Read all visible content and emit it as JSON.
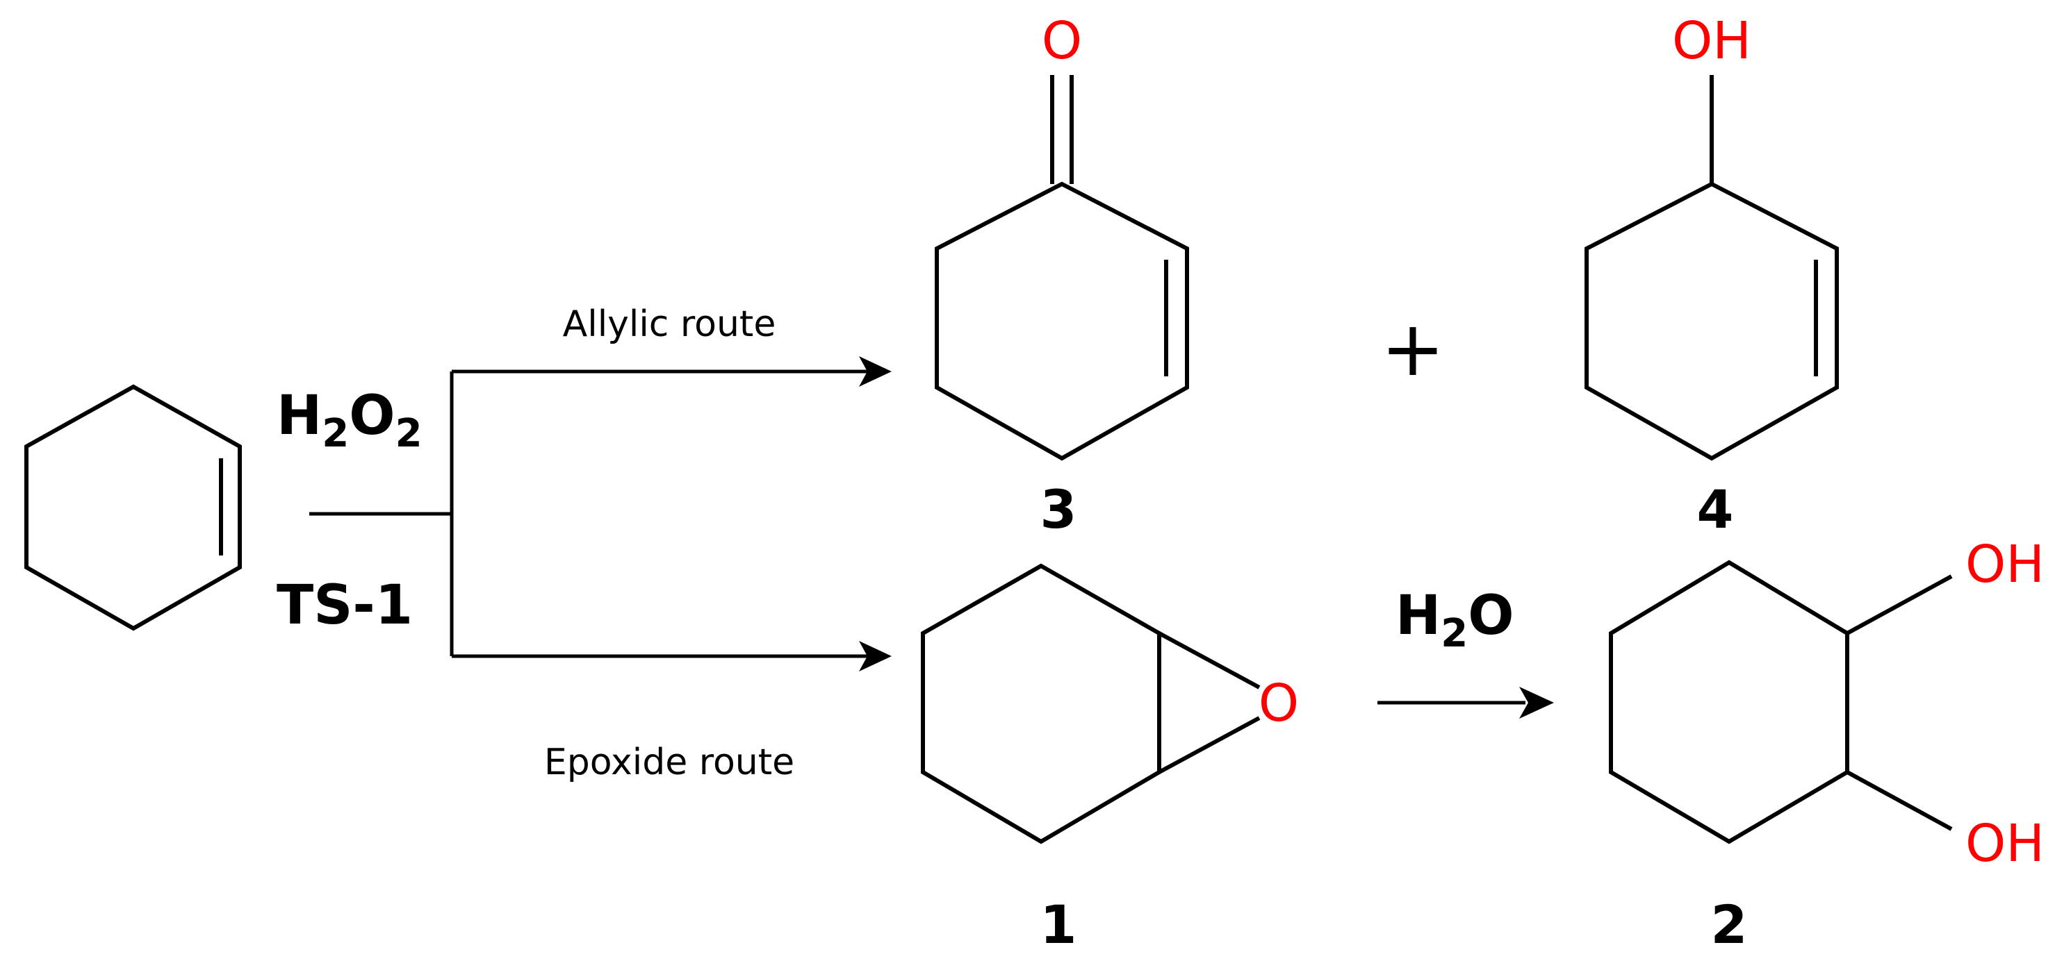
{
  "reagents": {
    "oxidant": {
      "main": "H",
      "sub1": "2",
      "mid": "O",
      "sub2": "2"
    },
    "catalyst": "TS-1",
    "hydrolysis": {
      "main": "H",
      "sub": "2",
      "end": "O"
    }
  },
  "routes": {
    "allylic": "Allylic route",
    "epoxide": "Epoxide route"
  },
  "compounds": {
    "enone": "3",
    "enol": "4",
    "epoxide": "1",
    "diol": "2"
  },
  "atoms": {
    "carbonyl_o": "O",
    "enol_oh": "OH",
    "epoxide_o": "O",
    "diol_oh_top": "OH",
    "diol_oh_bottom": "OH"
  },
  "plus_sign": "+",
  "colors": {
    "bond": "#000000",
    "heteroatom": "#ff0000"
  }
}
